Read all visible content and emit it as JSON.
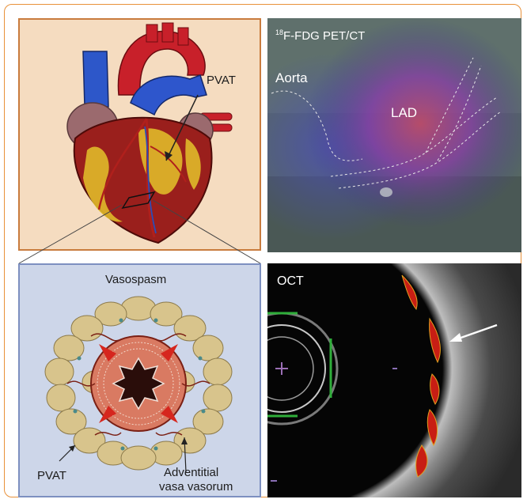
{
  "panels": {
    "heart": {
      "label_pvat": "PVAT"
    },
    "pet_ct": {
      "title_sup": "18",
      "title_main": "F-FDG PET/CT",
      "label_aorta": "Aorta",
      "label_lad": "LAD"
    },
    "vasospasm": {
      "title": "Vasospasm",
      "label_pvat": "PVAT",
      "label_adventitial_line1": "Adventitial",
      "label_adventitial_line2": "vasa vasorum"
    },
    "oct": {
      "title": "OCT"
    }
  },
  "colors": {
    "frame_border": "#e8913a",
    "heart_panel_bg": "#f5dcc0",
    "heart_panel_border": "#c97c3e",
    "vasospasm_panel_bg": "#cdd6e9",
    "vasospasm_panel_border": "#7d90c0",
    "fat_cells": "#d8c48c",
    "vessel_wall": "#c94c3a",
    "arrows_red": "#d6261e",
    "oct_highlight": "#c81e14"
  }
}
